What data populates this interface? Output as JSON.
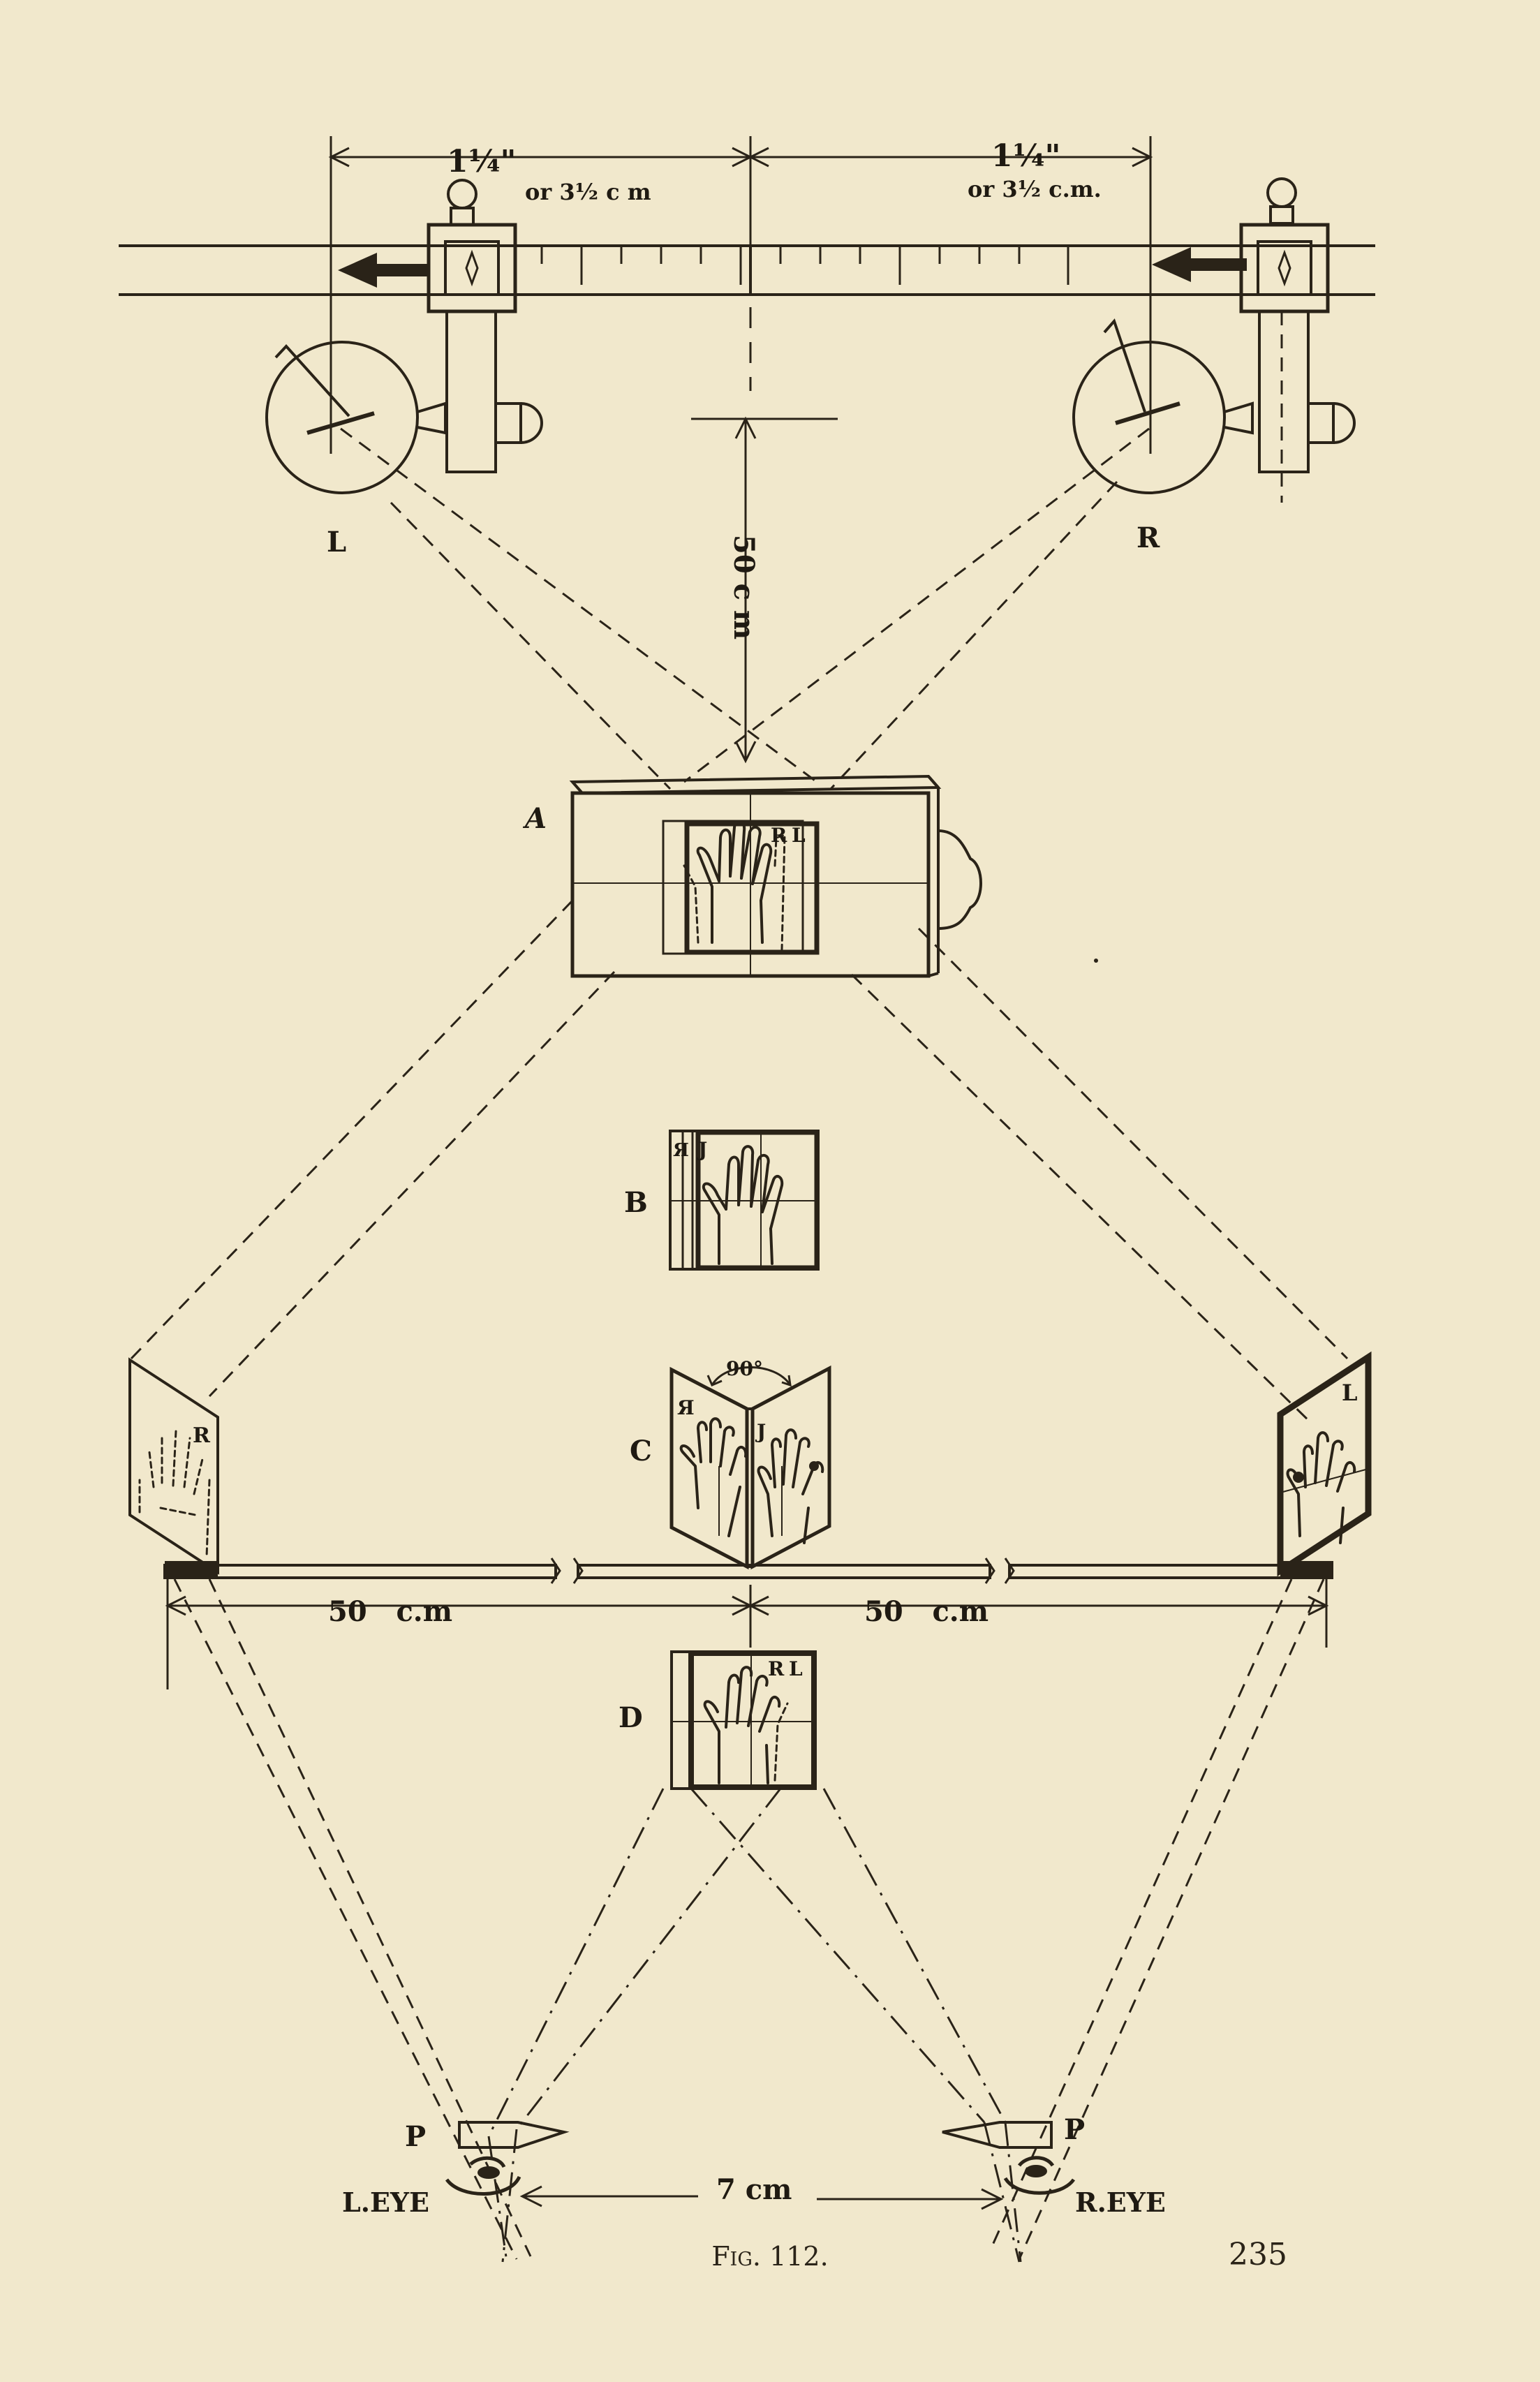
{
  "figure": {
    "caption": "Fig. 112.",
    "page_number": "235"
  },
  "labels": {
    "dim_left_top": "1¼\"",
    "dim_left_bottom": "or 3½ c m",
    "dim_right_top": "1¼\"",
    "dim_right_bottom": "or 3½ c.m.",
    "tube_left": "L",
    "tube_right": "R",
    "distance_vertical": "50 c m",
    "view_a": "A",
    "view_b": "B",
    "view_c": "C",
    "view_d": "D",
    "angle": "90°",
    "distance_left": "50   c.m",
    "distance_right": "50   c.m",
    "prism_left": "P",
    "prism_right": "P",
    "eye_left": "L.EYE",
    "eye_right": "R.EYE",
    "eye_distance": "7 cm",
    "plate_r": "R",
    "plate_l": "L",
    "mirror_r": "R",
    "mirror_l": "L",
    "rev_r": "Я",
    "rev_l": "J"
  }
}
